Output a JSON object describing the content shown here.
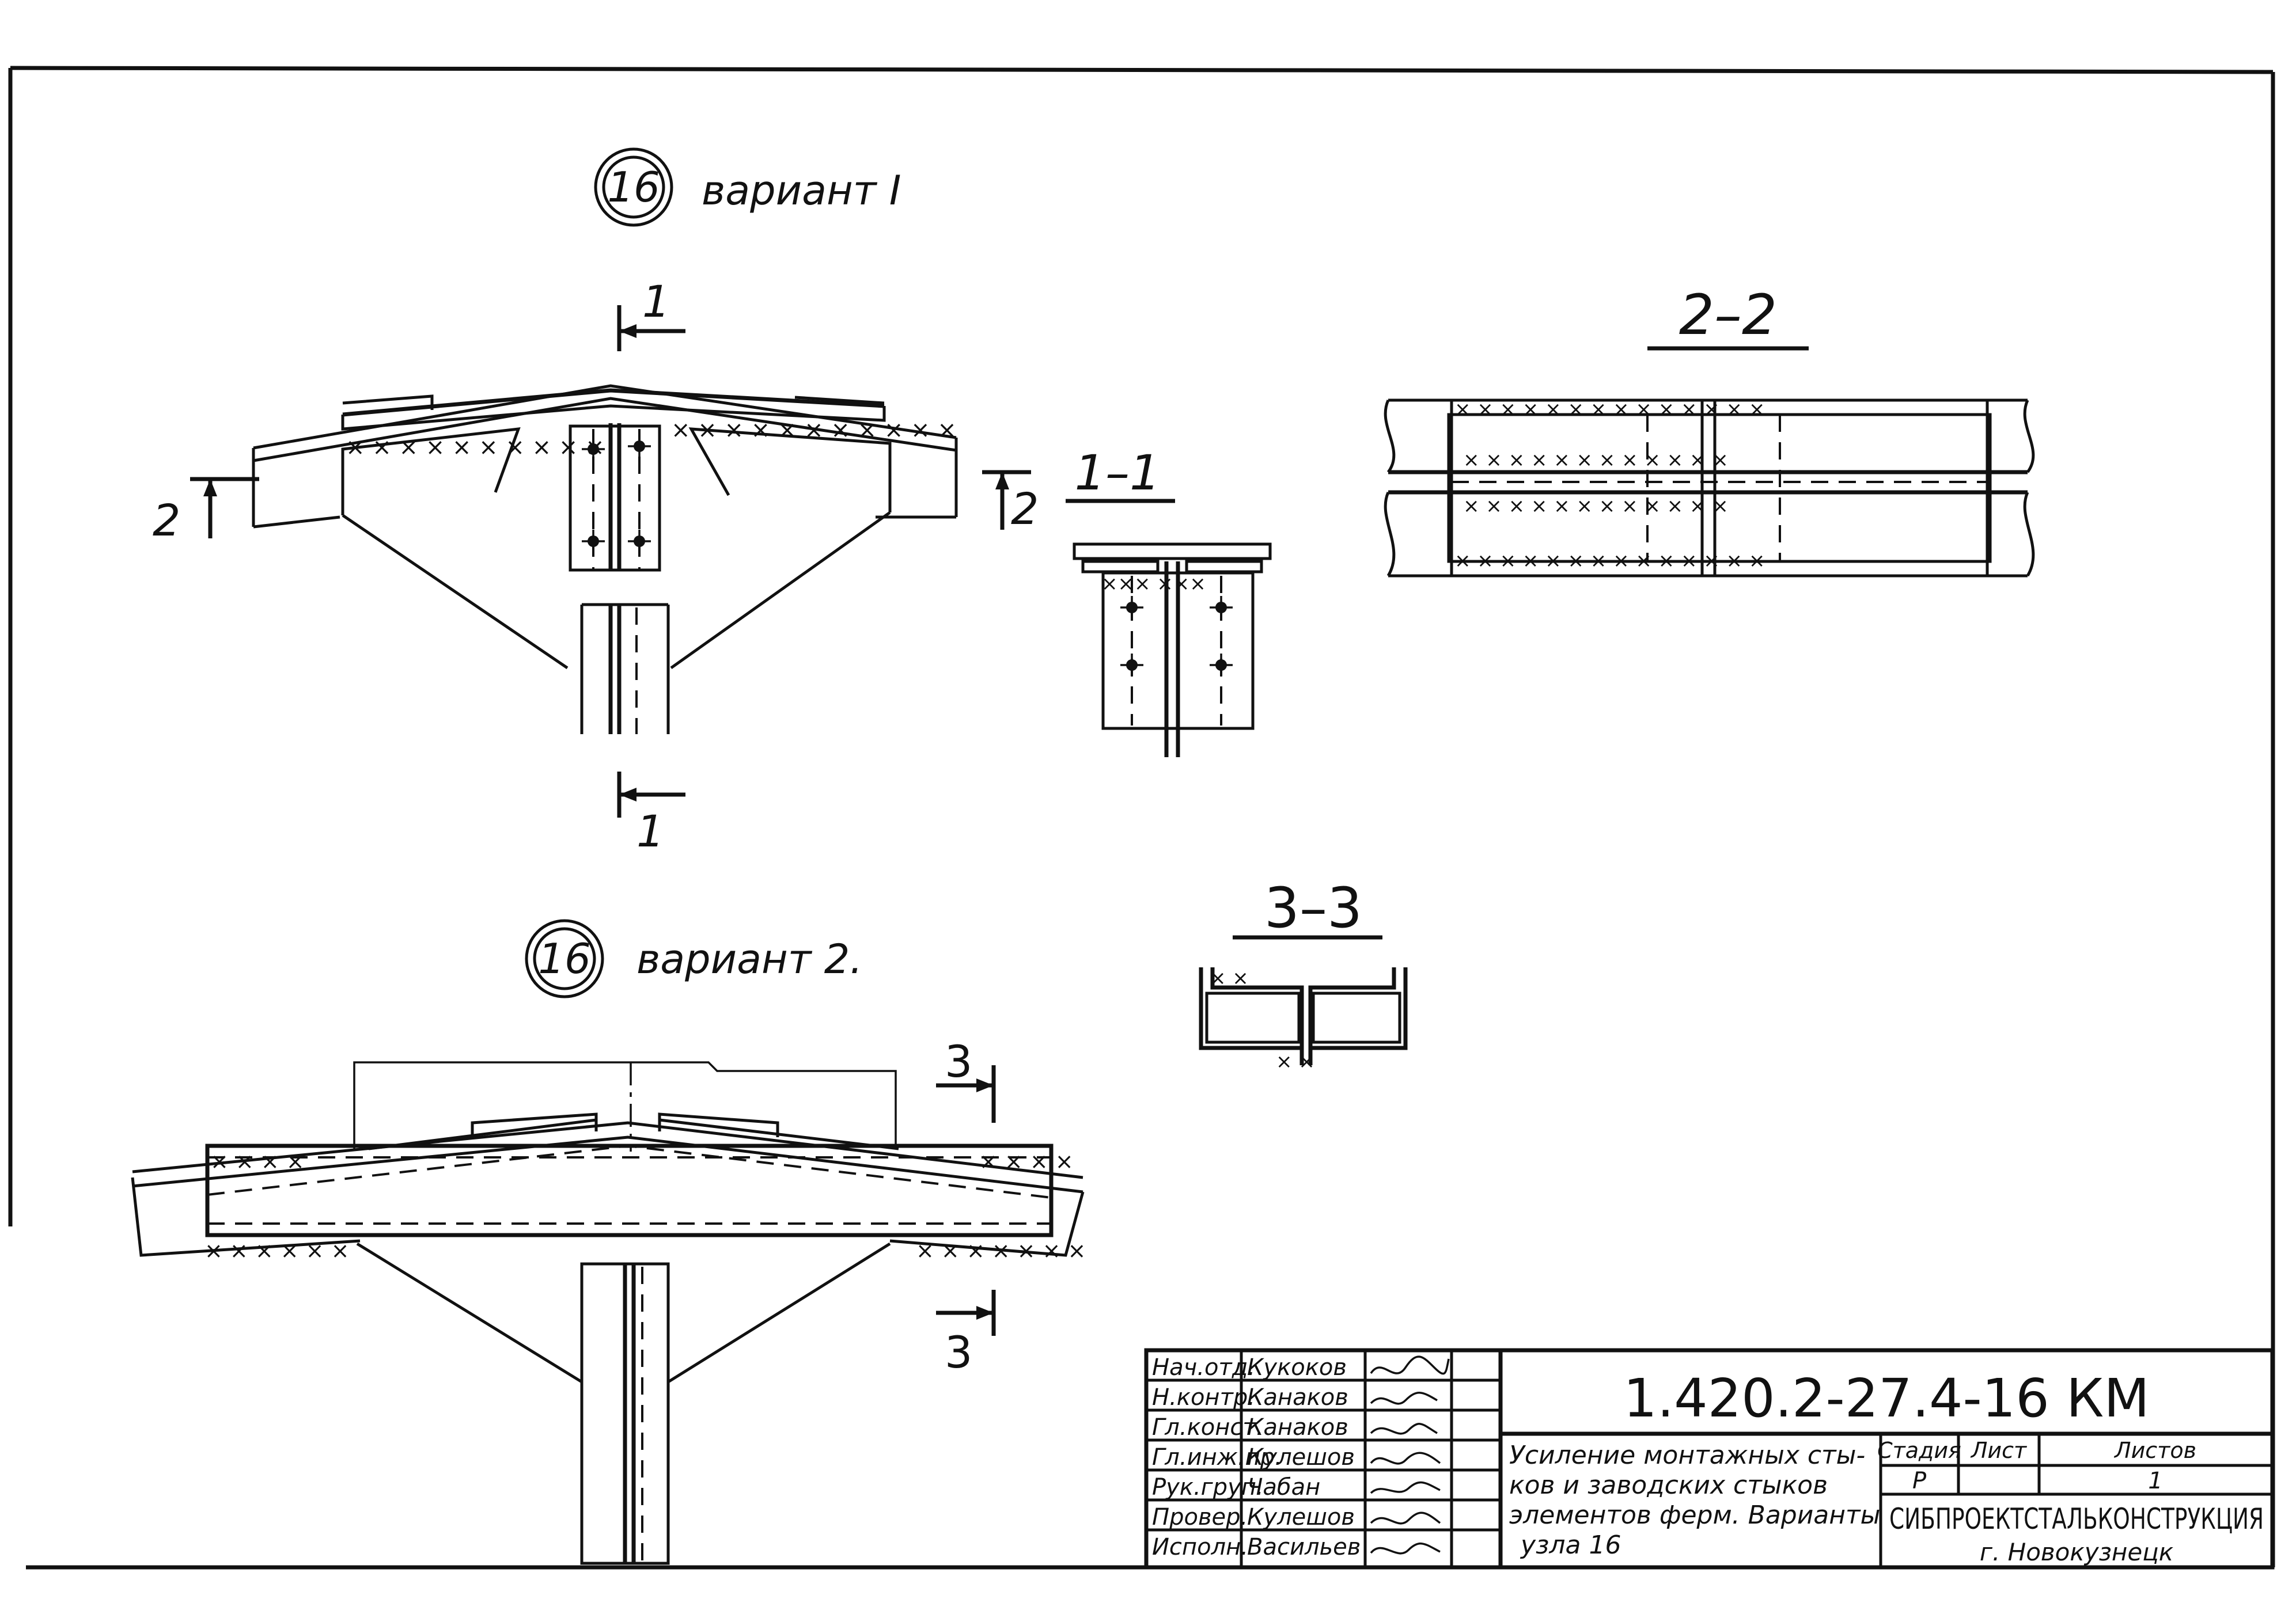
{
  "node_label": "16",
  "variant1": {
    "label": "вариант I"
  },
  "variant2": {
    "label": "вариант 2."
  },
  "cut_marks": {
    "one": "1",
    "two": "2",
    "three": "3"
  },
  "sections": {
    "s11": "1–1",
    "s22": "2–2",
    "s33": "3–3"
  },
  "title_block": {
    "code": "1.420.2-27.4-16 КМ",
    "roles": [
      {
        "role": "Нач.отд.",
        "name": "Кукоков"
      },
      {
        "role": "Н.контр.",
        "name": "Канаков"
      },
      {
        "role": "Гл.конст.",
        "name": "Канаков"
      },
      {
        "role": "Гл.инж.пр.",
        "name": "Кулешов"
      },
      {
        "role": "Рук.груп.",
        "name": "Чабан"
      },
      {
        "role": "Провер.",
        "name": "Кулешов"
      },
      {
        "role": "Исполн.",
        "name": "Васильев"
      }
    ],
    "description": [
      "Усиление монтажных сты-",
      "ков и заводских стыков",
      "элементов ферм. Варианты",
      "узла 16"
    ],
    "stage_header": "Стадия",
    "sheet_header": "Лист",
    "sheets_header": "Листов",
    "stage": "Р",
    "sheet": "",
    "sheets": "1",
    "org": "СИБПРОЕКТСТАЛЬКОНСТРУКЦИЯ",
    "city": "г. Новокузнецк"
  }
}
